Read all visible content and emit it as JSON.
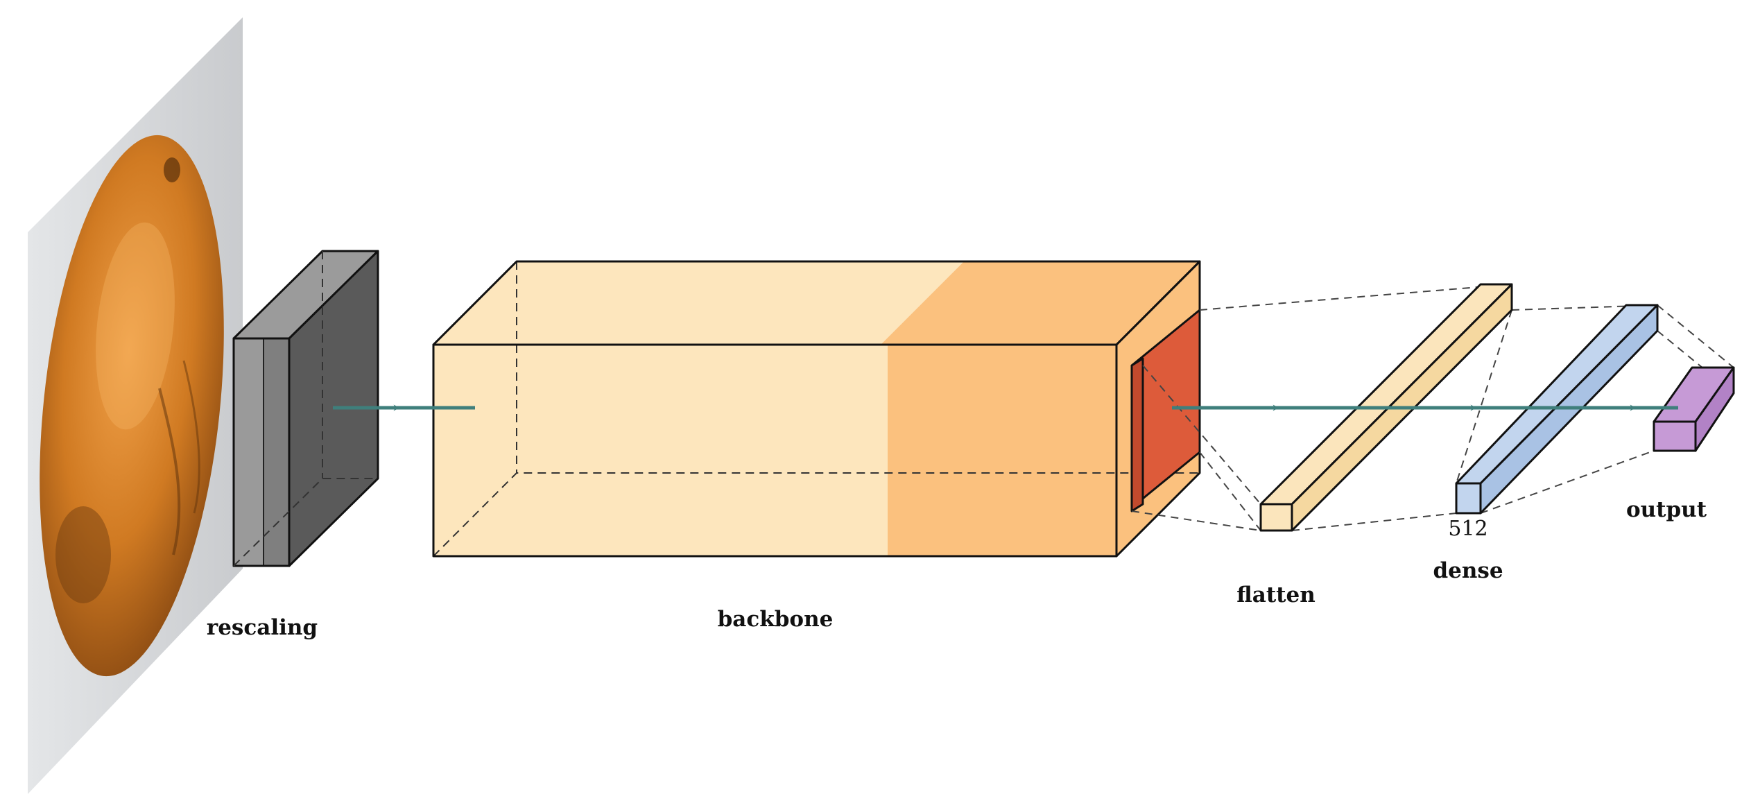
{
  "labels": {
    "rescaling": "rescaling",
    "backbone": "backbone",
    "flatten": "flatten",
    "dense": "dense",
    "dense_units": "512",
    "output": "output"
  },
  "colors": {
    "input_panel": "#d6d8da",
    "fruit": "#c9721a",
    "rescaling_dark": "#5a5a5a",
    "rescaling_light": "#9a9a9a",
    "backbone_light": "#fde6bd",
    "backbone_dark": "#fbc17e",
    "backbone_output_slice": "#dd5b3a",
    "flatten": "#fbe5bc",
    "dense": "#c2d5ee",
    "output": "#c69ad6",
    "flow_arrow": "#3f7f7c"
  },
  "icons": {
    "input_image": "fruit-image",
    "flow": "arrow-right"
  }
}
